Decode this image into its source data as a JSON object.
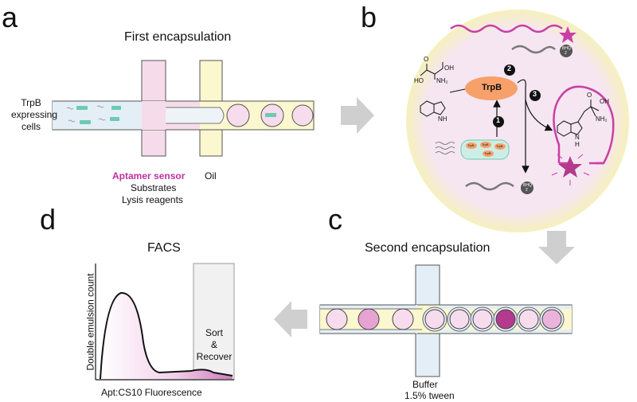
{
  "panels": {
    "a": {
      "letter": "a",
      "title": "First encapsulation",
      "inlet_label": [
        "TrpB",
        "expressing",
        "cells"
      ],
      "sensor_label": "Aptamer sensor",
      "substrates_label": "Substrates",
      "lysis_label": "Lysis reagents",
      "oil_label": "Oil"
    },
    "b": {
      "letter": "b",
      "enzyme_label": "TrpB",
      "step_numbers": [
        "1",
        "2",
        "3"
      ],
      "quencher_label": "BHQ",
      "quencher_subscript": "2",
      "enzyme_badges": [
        "TrpB",
        "TrpB",
        "TrpB",
        "TrpB"
      ],
      "structure_labels": [
        "OH",
        "O",
        "NH₂",
        "HO",
        "NH",
        "H",
        "N"
      ]
    },
    "c": {
      "letter": "c",
      "title": "Second encapsulation",
      "buffer_label": "Buffer",
      "tween_label": "1.5% tween"
    },
    "d": {
      "letter": "d",
      "title": "FACS",
      "ylabel": "Double emulsion count",
      "xlabel": "Apt:CS10 Fluorescence",
      "gate_label": [
        "Sort",
        "&",
        "Recover"
      ]
    }
  },
  "colors": {
    "channel_fill": "#e4eef6",
    "pink_channel": "#f6dcea",
    "yellow_channel": "#fbf7cf",
    "magenta": "#c93fa6",
    "sensor_text": "#c030a0",
    "cell_green": "#6ccab1",
    "arrow_gray": "#cfcfcf",
    "droplet_pale": "#f7dcee",
    "droplet_mid": "#eab3dc",
    "droplet_dark": "#b33a8d",
    "halo": "#f6ecf5",
    "halo_edge": "#f6f0b9",
    "enzyme_orange": "#f7a06a"
  }
}
